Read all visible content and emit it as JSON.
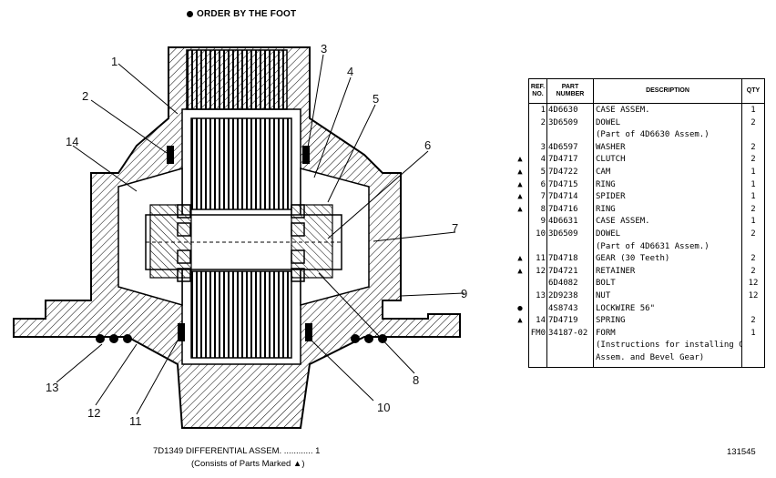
{
  "order_note": "ORDER BY THE FOOT",
  "callouts": [
    "1",
    "2",
    "3",
    "4",
    "5",
    "6",
    "7",
    "8",
    "9",
    "10",
    "11",
    "12",
    "13",
    "14"
  ],
  "table": {
    "headers": {
      "ref": "REF. NO.",
      "part": "PART NUMBER",
      "desc": "DESCRIPTION",
      "qty": "QTY"
    },
    "rows": [
      {
        "mark": "",
        "ref": "1",
        "part": "4D6630",
        "desc": "CASE ASSEM.",
        "qty": "1"
      },
      {
        "mark": "",
        "ref": "2",
        "part": "3D6509",
        "desc": "DOWEL",
        "qty": "2"
      },
      {
        "mark": "",
        "ref": "",
        "part": "",
        "desc": "(Part of 4D6630 Assem.)",
        "qty": ""
      },
      {
        "mark": "",
        "ref": "3",
        "part": "4D6597",
        "desc": "WASHER",
        "qty": "2"
      },
      {
        "mark": "▲",
        "ref": "4",
        "part": "7D4717",
        "desc": "CLUTCH",
        "qty": "2"
      },
      {
        "mark": "▲",
        "ref": "5",
        "part": "7D4722",
        "desc": "CAM",
        "qty": "1"
      },
      {
        "mark": "▲",
        "ref": "6",
        "part": "7D4715",
        "desc": "RING",
        "qty": "1"
      },
      {
        "mark": "▲",
        "ref": "7",
        "part": "7D4714",
        "desc": "SPIDER",
        "qty": "1"
      },
      {
        "mark": "▲",
        "ref": "8",
        "part": "7D4716",
        "desc": "RING",
        "qty": "2"
      },
      {
        "mark": "",
        "ref": "9",
        "part": "4D6631",
        "desc": "CASE ASSEM.",
        "qty": "1"
      },
      {
        "mark": "",
        "ref": "10",
        "part": "3D6509",
        "desc": "DOWEL",
        "qty": "2"
      },
      {
        "mark": "",
        "ref": "",
        "part": "",
        "desc": "(Part of 4D6631 Assem.)",
        "qty": ""
      },
      {
        "mark": "▲",
        "ref": "11",
        "part": "7D4718",
        "desc": "GEAR (30 Teeth)",
        "qty": "2"
      },
      {
        "mark": "▲",
        "ref": "12",
        "part": "7D4721",
        "desc": "RETAINER",
        "qty": "2"
      },
      {
        "mark": "",
        "ref": "",
        "part": "6D4082",
        "desc": "BOLT",
        "qty": "12"
      },
      {
        "mark": "",
        "ref": "13",
        "part": "2D9238",
        "desc": "NUT",
        "qty": "12"
      },
      {
        "mark": "●",
        "ref": "",
        "part": "4S8743",
        "desc": "LOCKWIRE 56\"",
        "qty": ""
      },
      {
        "mark": "▲",
        "ref": "14",
        "part": "7D4719",
        "desc": "SPRING",
        "qty": "2"
      },
      {
        "mark": "",
        "ref": "FM0",
        "part": "34187-02",
        "desc": "FORM",
        "qty": "1"
      },
      {
        "mark": "",
        "ref": "",
        "part": "",
        "desc": "(Instructions for installing Case",
        "qty": ""
      },
      {
        "mark": "",
        "ref": "",
        "part": "",
        "desc": "Assem. and Bevel Gear)",
        "qty": ""
      }
    ]
  },
  "assembly_line": "7D1349 DIFFERENTIAL ASSEM. ............ 1",
  "assembly_sub": "(Consists of Parts Marked ▲)",
  "figure_number": "131545"
}
